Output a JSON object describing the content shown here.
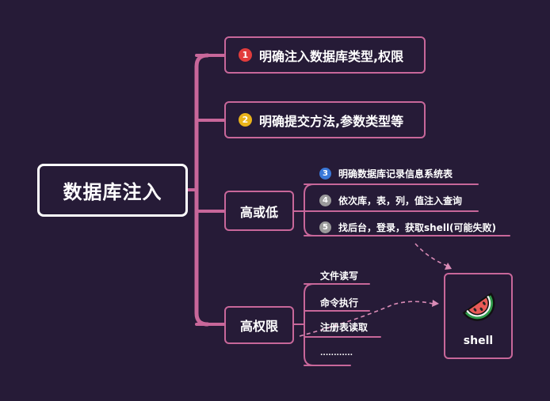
{
  "root": {
    "label": "数据库注入"
  },
  "branches": [
    {
      "label": "明确注入数据库类型,权限",
      "number": "1",
      "number_color": "#e23c3c"
    },
    {
      "label": "明确提交方法,参数类型等",
      "number": "2",
      "number_color": "#eab31a"
    },
    {
      "label": "高或低"
    },
    {
      "label": "高权限"
    }
  ],
  "low_branch_items": [
    {
      "label": "明确数据库记录信息系统表",
      "number": "3",
      "number_color": "#3a78d8"
    },
    {
      "label": "依次库，表，列，值注入查询",
      "number": "4",
      "number_color": "#9b9b9b"
    },
    {
      "label": "找后台，登录，获取shell(可能失败)",
      "number": "5",
      "number_color": "#9b9b9b"
    }
  ],
  "high_priv_items": [
    {
      "label": "文件读写"
    },
    {
      "label": "命令执行"
    },
    {
      "label": "注册表读取"
    },
    {
      "label": "............"
    }
  ],
  "shell_node": {
    "label": "shell",
    "icon": "watermelon-icon"
  },
  "colors": {
    "background": "#261b37",
    "connector": "#c8679a",
    "root_border": "#ffffff",
    "text": "#ffffff"
  }
}
